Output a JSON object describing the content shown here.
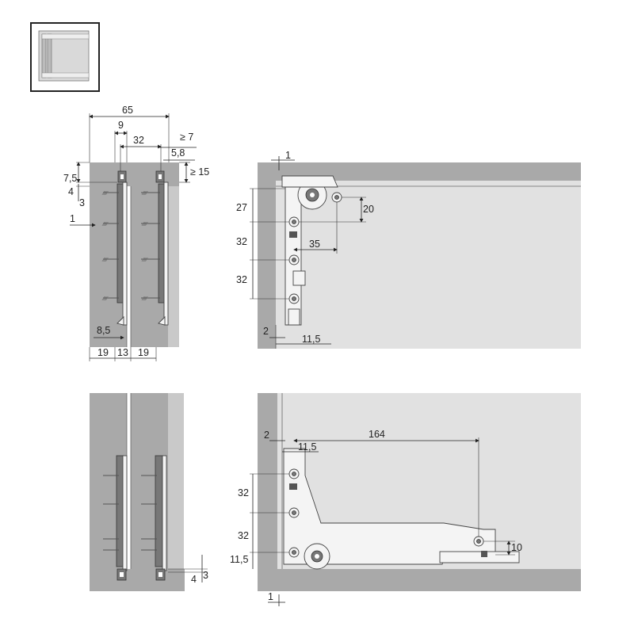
{
  "icon": {
    "name": "front-panel-icon"
  },
  "top_left_view": {
    "dim_65": "65",
    "dim_9": "9",
    "dim_32": "32",
    "dim_ge7": "≥ 7",
    "dim_5_8": "5,8",
    "dim_ge15": "≥ 15",
    "dim_7_5": "7,5",
    "dim_4": "4",
    "dim_3": "3",
    "dim_1": "1",
    "dim_8_5": "8,5",
    "dim_19a": "19",
    "dim_13": "13",
    "dim_19b": "19"
  },
  "top_right_view": {
    "dim_1": "1",
    "dim_27": "27",
    "dim_20": "20",
    "dim_32a": "32",
    "dim_35": "35",
    "dim_32b": "32",
    "dim_2": "2",
    "dim_11_5": "11,5"
  },
  "bottom_left_view": {
    "dim_4": "4",
    "dim_3": "3"
  },
  "bottom_right_view": {
    "dim_2": "2",
    "dim_11_5": "11,5",
    "dim_164": "164",
    "dim_32a": "32",
    "dim_32b": "32",
    "dim_10": "10",
    "dim_11_5b": "11,5",
    "dim_1": "1"
  },
  "colors": {
    "wall": "#a9a9a9",
    "panel": "#e1e1e1",
    "line": "#222222"
  }
}
